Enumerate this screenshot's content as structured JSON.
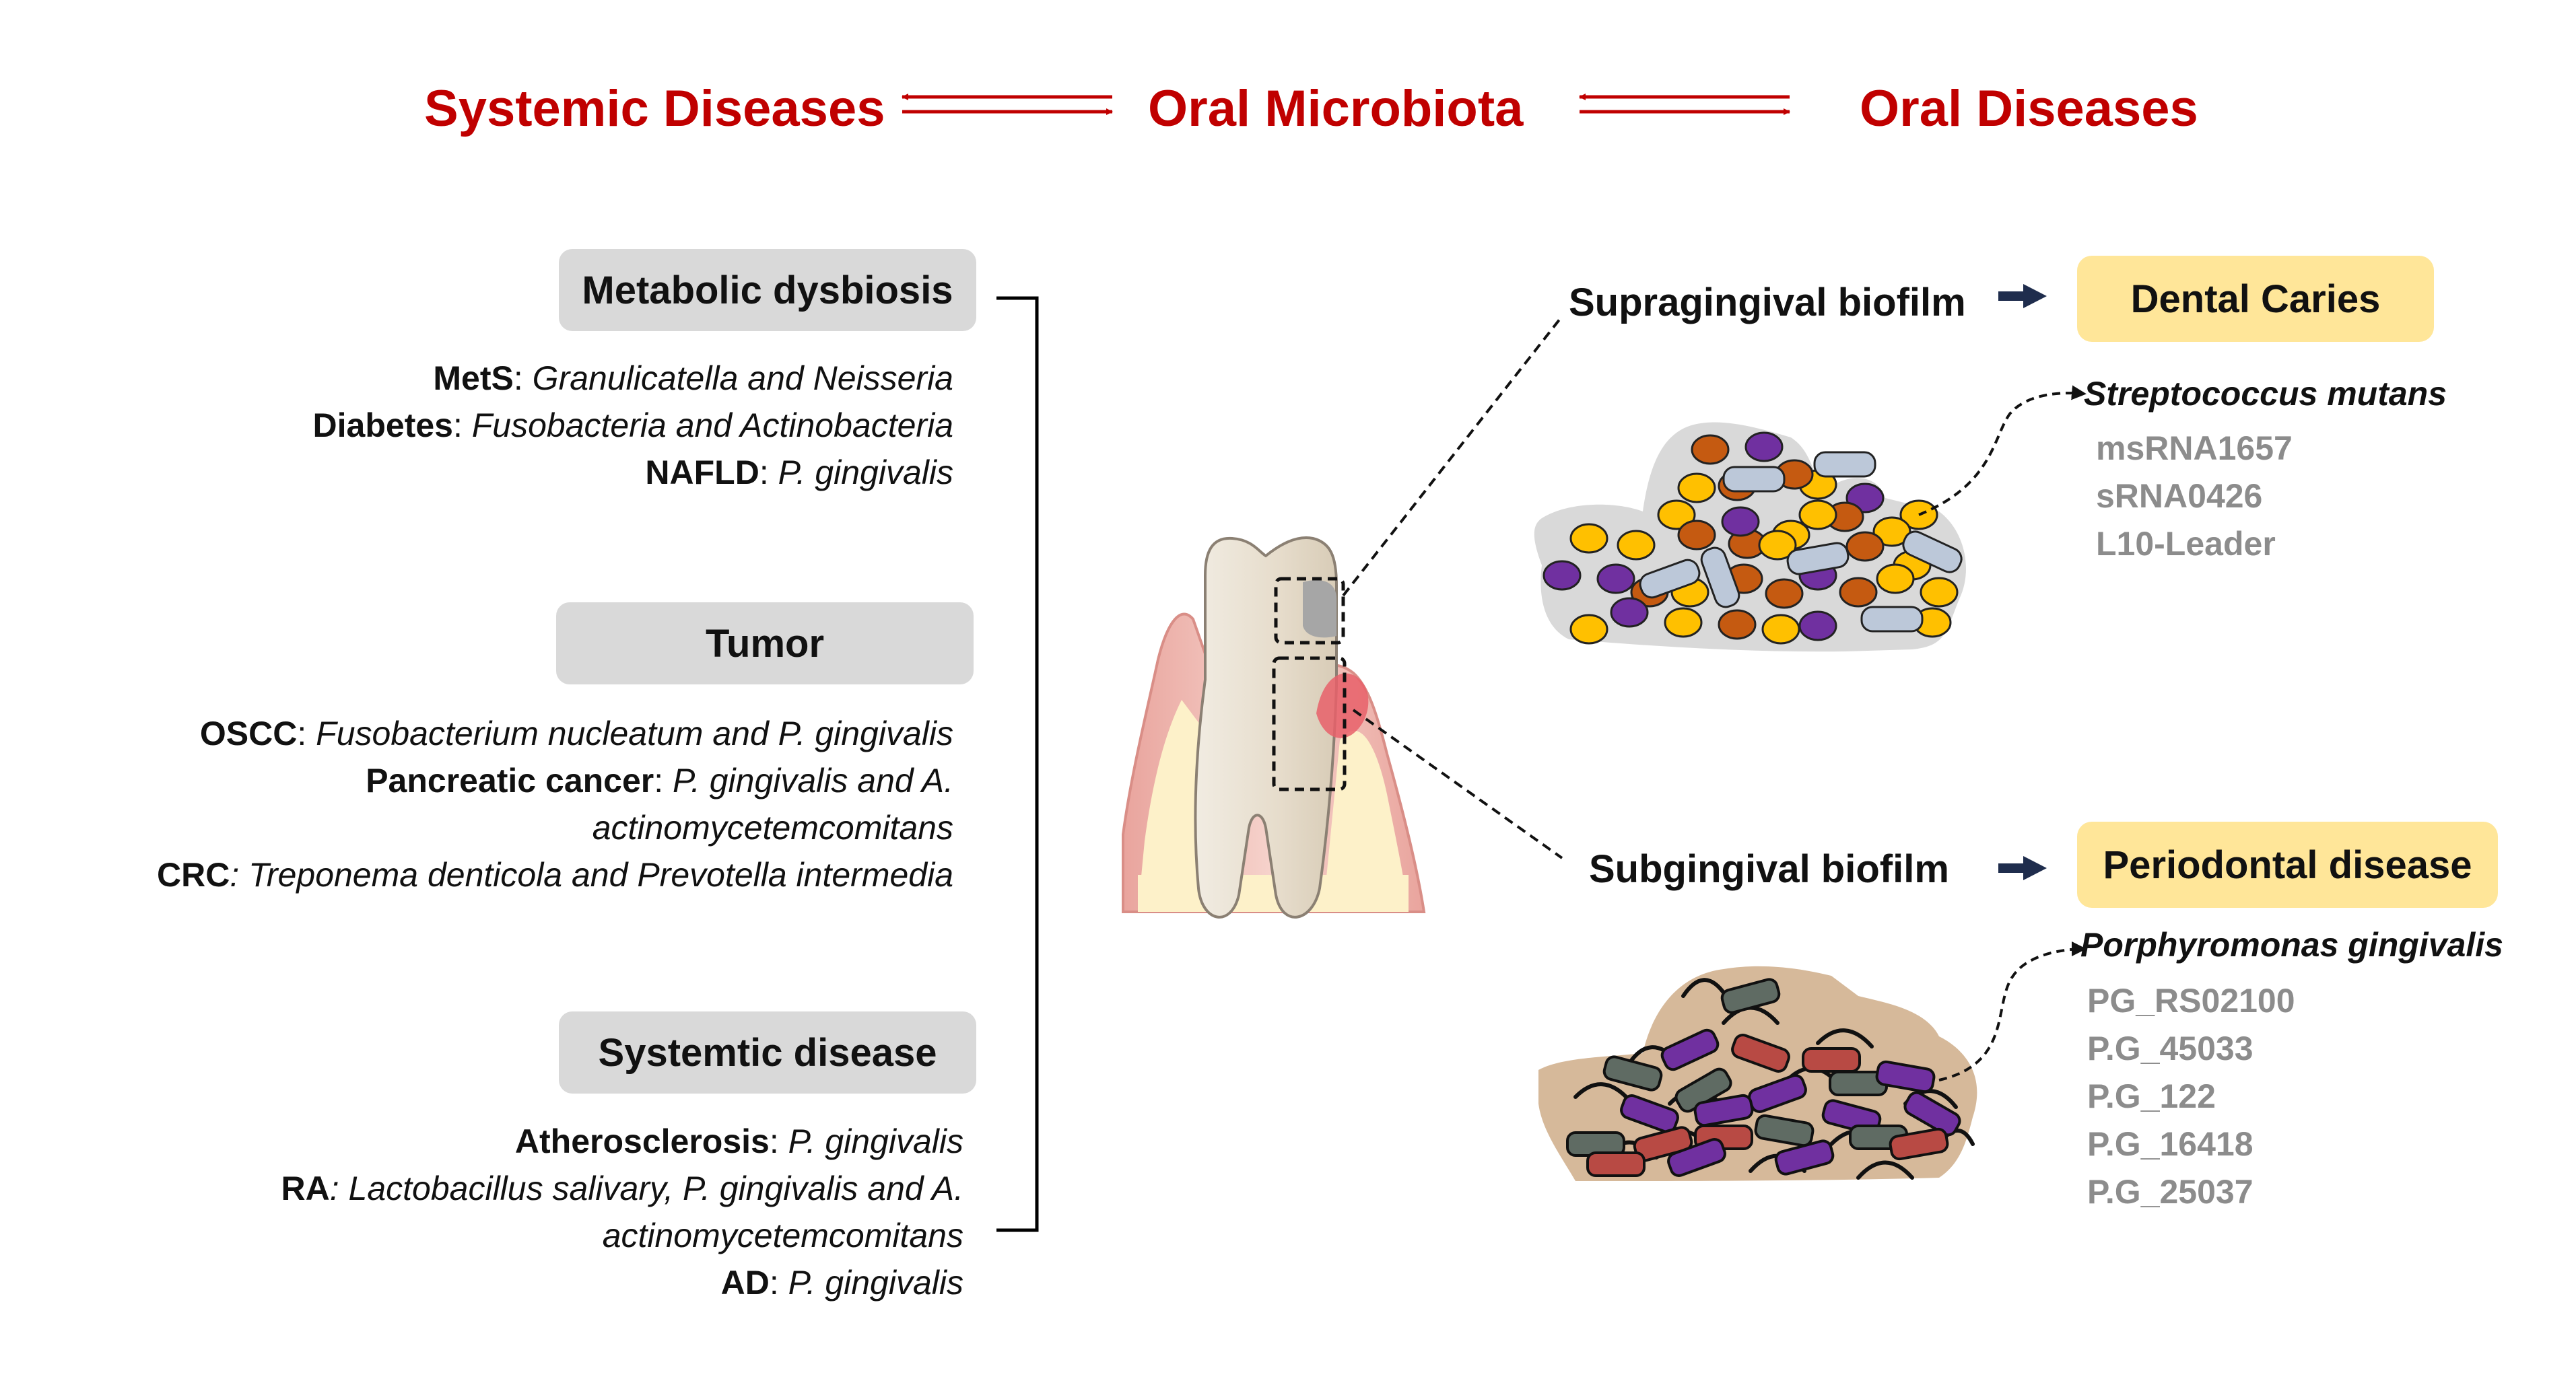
{
  "header": {
    "left": "Systemic Diseases",
    "center": "Oral Microbiota",
    "right": "Oral Diseases"
  },
  "categories": [
    {
      "title": "Metabolic dysbiosis",
      "lines": [
        [
          {
            "t": "MetS",
            "b": true
          },
          {
            "t": ": "
          },
          {
            "t": "Granulicatella  and Neisseria",
            "i": true
          }
        ],
        [
          {
            "t": "Diabetes",
            "b": true
          },
          {
            "t": ": "
          },
          {
            "t": "Fusobacteria and Actinobacteria",
            "i": true
          }
        ],
        [
          {
            "t": "NAFLD",
            "b": true
          },
          {
            "t": ": "
          },
          {
            "t": "P. gingivalis",
            "i": true
          }
        ]
      ]
    },
    {
      "title": "Tumor",
      "lines": [
        [
          {
            "t": "OSCC",
            "b": true
          },
          {
            "t": ": "
          },
          {
            "t": "Fusobacterium nucleatum and P. gingivalis",
            "i": true
          }
        ],
        [
          {
            "t": "Pancreatic cancer",
            "b": true
          },
          {
            "t": ": "
          },
          {
            "t": "P. gingivalis and A.",
            "i": true
          }
        ],
        [
          {
            "t": "actinomycetemcomitans",
            "i": true
          }
        ],
        [
          {
            "t": "CRC",
            "b": true
          },
          {
            "t": ": Treponema denticola and Prevotella intermedia",
            "i": true
          }
        ]
      ]
    },
    {
      "title": "Systemtic disease",
      "lines": [
        [
          {
            "t": "Atherosclerosis",
            "b": true
          },
          {
            "t": ":  "
          },
          {
            "t": "P. gingivalis",
            "i": true
          }
        ],
        [
          {
            "t": "RA",
            "b": true
          },
          {
            "t": ": Lactobacillus salivary, P. gingivalis and A.",
            "i": true
          }
        ],
        [
          {
            "t": "actinomycetemcomitans",
            "i": true
          }
        ],
        [
          {
            "t": "AD",
            "b": true
          },
          {
            "t": ": "
          },
          {
            "t": "P. gingivalis",
            "i": true
          }
        ]
      ]
    }
  ],
  "biofilms": [
    {
      "label": "Supragingival biofilm",
      "disease": "Dental Caries",
      "species": "Streptococcus mutans",
      "rnas": [
        "msRNA1657",
        "sRNA0426",
        "L10-Leader"
      ]
    },
    {
      "label": "Subgingival biofilm",
      "disease": "Periodontal disease",
      "species": "Porphyromonas gingivalis",
      "rnas": [
        "PG_RS02100",
        "P.G_45033",
        "P.G_122",
        "P.G_16418",
        "P.G_25037"
      ]
    }
  ],
  "colors": {
    "title_red": "#c00000",
    "pill_gray": "#d9d9d9",
    "disease_yellow": "#ffe699",
    "rna_gray": "#8c8c8c",
    "supra_bg": "#d9d9d9",
    "sub_bg": "#d6b99a",
    "coccus_yellow": "#ffc000",
    "coccus_orange": "#c55a11",
    "coccus_purple": "#7030a0",
    "rod_blue": "#bcc8d9",
    "rod_purple": "#7030a0",
    "rod_red": "#b84a44",
    "rod_gray": "#5f6b63"
  }
}
